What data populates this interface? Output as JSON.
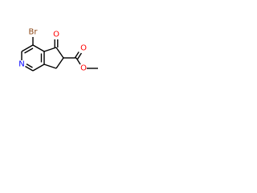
{
  "molecule": {
    "atoms": {
      "br": {
        "label": "Br",
        "color": "#8b4513"
      },
      "o_ketone": {
        "label": "O",
        "color": "#ff0000"
      },
      "o_carbonyl": {
        "label": "O",
        "color": "#ff0000"
      },
      "o_ester": {
        "label": "O",
        "color": "#ff0000"
      },
      "n_ring": {
        "label": "N",
        "color": "#0000ff"
      }
    },
    "bond_color": "#000000"
  }
}
